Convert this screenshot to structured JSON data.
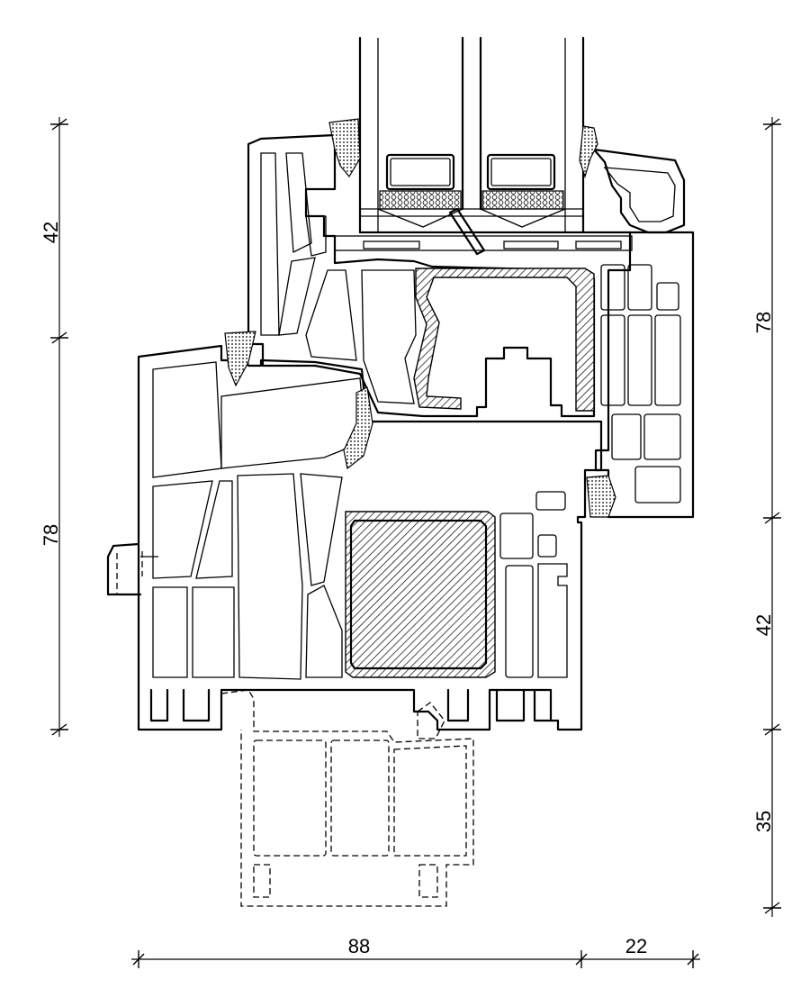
{
  "dimensions": {
    "left": [
      "42",
      "78"
    ],
    "right": [
      "78",
      "42",
      "35"
    ],
    "bottom": [
      "88",
      "22"
    ]
  }
}
